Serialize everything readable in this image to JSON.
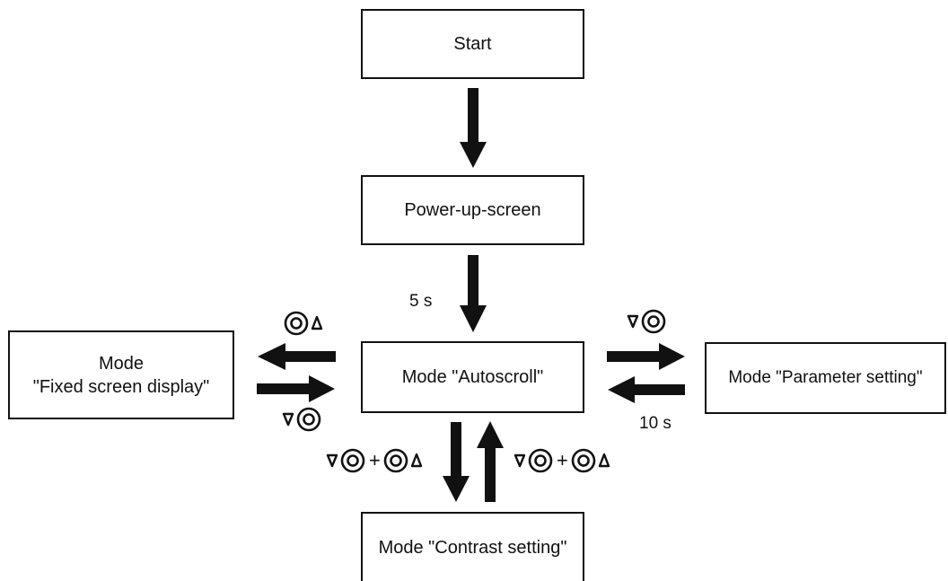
{
  "nodes": {
    "start": "Start",
    "power_up": "Power-up-screen",
    "autoscroll": "Mode \"Autoscroll\"",
    "fixed_display": "Mode\n\"Fixed screen display\"",
    "parameter": "Mode \"Parameter setting\"",
    "contrast": "Mode \"Contrast setting\""
  },
  "transitions": {
    "power_up_delay": "5 s",
    "parameter_timeout": "10 s",
    "plus_sign": "+"
  },
  "icons": {
    "key_up": "key-ok-up-arrow-icon",
    "key_down": "key-down-arrow-ok-icon"
  },
  "colors": {
    "stroke": "#111111",
    "background": "#ffffff"
  }
}
